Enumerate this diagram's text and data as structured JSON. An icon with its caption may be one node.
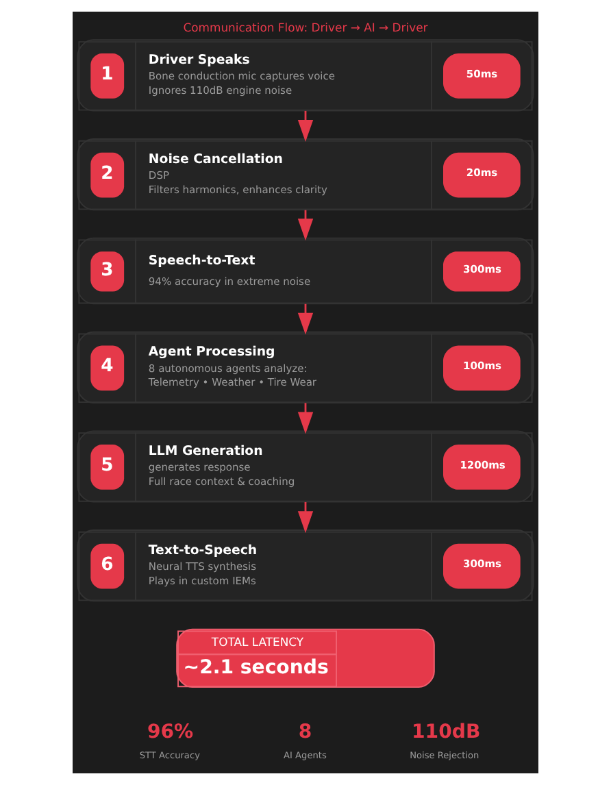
{
  "diagram": {
    "title": "Communication Flow: Driver → AI → Driver",
    "nodes": [
      {
        "text": [
          "1",
          "Driver Speaks",
          "Bone conduction mic captures voice",
          "Ignores 110dB engine noise",
          "50ms"
        ]
      },
      {
        "text": [
          "2",
          "Noise Cancellation",
          "DSP",
          "Filters harmonics, enhances clarity",
          "20ms"
        ]
      },
      {
        "text": [
          "3",
          "Speech-to-Text",
          "94% accuracy in extreme noise",
          "300ms"
        ]
      },
      {
        "text": [
          "4",
          "Agent Processing",
          "8 autonomous agents analyze:",
          "Telemetry • Weather • Tire Wear",
          "100ms"
        ]
      },
      {
        "text": [
          "5",
          "LLM Generation",
          "generates response",
          "Full race context & coaching",
          "1200ms"
        ]
      },
      {
        "text": [
          "6",
          "Text-to-Speech",
          "Neural TTS synthesis",
          "Plays in custom IEMs",
          "300ms"
        ]
      },
      {
        "text": [
          "TOTAL LATENCY",
          "~2.1 seconds"
        ]
      }
    ],
    "edges": [
      {
        "from": 0,
        "to": 1,
        "arrow": "to"
      },
      {
        "from": 1,
        "to": 2,
        "arrow": "to"
      },
      {
        "from": 2,
        "to": 3,
        "arrow": "to"
      },
      {
        "from": 3,
        "to": 4,
        "arrow": "to"
      },
      {
        "from": 4,
        "to": 5,
        "arrow": "to"
      }
    ],
    "labels": [
      "96%",
      "8",
      "110dB",
      "STT Accuracy",
      "AI Agents",
      "Noise Rejection"
    ]
  }
}
